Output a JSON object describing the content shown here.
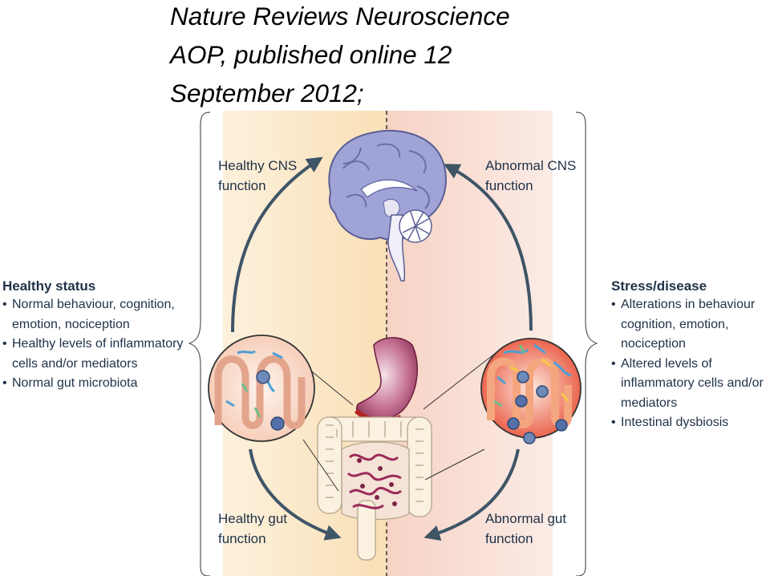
{
  "citation": {
    "lines": [
      "Nature Reviews Neuroscience",
      "AOP, published online 12",
      "September 2012;"
    ]
  },
  "diagram": {
    "labels": {
      "healthy_cns": "Healthy CNS function",
      "abnormal_cns": "Abnormal CNS function",
      "healthy_gut": "Healthy gut function",
      "abnormal_gut": "Abnormal gut function"
    },
    "colors": {
      "healthy_bg": "#fbe7c6",
      "disease_bg": "#f8dcd3",
      "arrow": "#3e5566",
      "brain": "#9fa3d6",
      "stomach": "#a9466e",
      "intestine": "#fbf1e0",
      "villi_healthy": "#f4c0ab",
      "villi_disease": "#e8644a"
    }
  },
  "healthy_status": {
    "title": "Healthy status",
    "items": [
      "Normal behaviour, cognition, emotion, nociception",
      "Healthy levels of inflammatory cells and/or mediators",
      "Normal gut microbiota"
    ]
  },
  "stress_disease": {
    "title": "Stress/disease",
    "items": [
      "Alterations in behaviour cognition, emotion, nociception",
      "Altered levels of inflammatory cells and/or mediators",
      "Intestinal dysbiosis"
    ]
  }
}
